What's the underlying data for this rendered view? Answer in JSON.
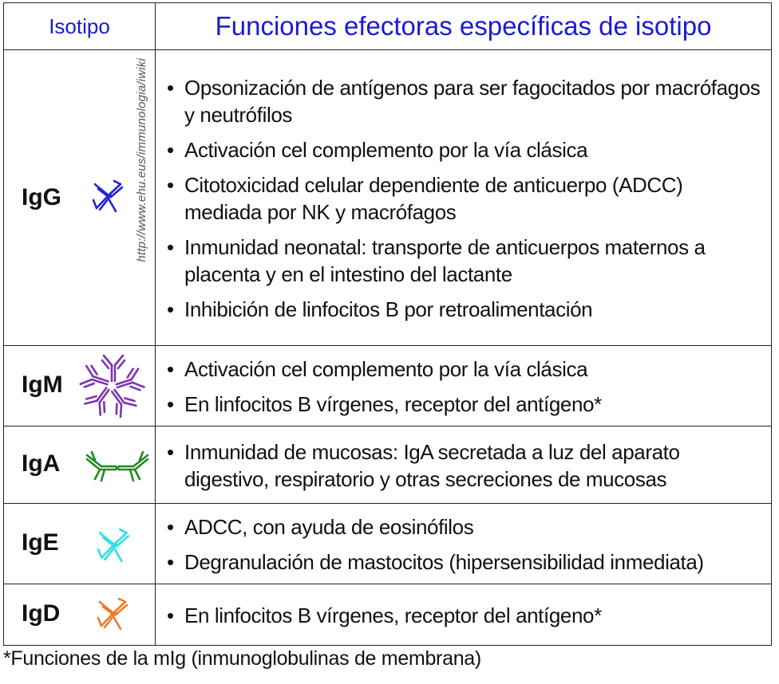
{
  "header": {
    "col1": "Isotipo",
    "col2": "Funciones efectoras específicas de isotipo"
  },
  "watermark": "http://www.ehu.eus/immunologia/iwiki",
  "rows": [
    {
      "isotype": "IgG",
      "icon": "antibody-monomer-icon",
      "color": "#2323d6",
      "functions": [
        "Opsonización de antígenos para ser fagocitados por macrófagos y neutrófilos",
        "Activación cel complemento por la vía clásica",
        "Citotoxicidad celular dependiente de anticuerpo (ADCC) mediada por NK y macrófagos",
        "Inmunidad neonatal: transporte de anticuerpos maternos a placenta y en el intestino  del lactante",
        "Inhibición de linfocitos B por retroalimentación"
      ]
    },
    {
      "isotype": "IgM",
      "icon": "antibody-pentamer-icon",
      "color": "#7b35b0",
      "functions": [
        "Activación cel complemento por la vía clásica",
        "En linfocitos B vírgenes, receptor del antígeno*"
      ]
    },
    {
      "isotype": "IgA",
      "icon": "antibody-dimer-icon",
      "color": "#1f8a1f",
      "functions": [
        "Inmunidad de mucosas: IgA secretada a luz del aparato digestivo, respiratorio y otras secreciones de mucosas"
      ]
    },
    {
      "isotype": "IgE",
      "icon": "antibody-monomer-icon",
      "color": "#33e0e8",
      "functions": [
        "ADCC, con ayuda de eosinófilos",
        "Degranulación de mastocitos (hipersensibilidad inmediata)"
      ]
    },
    {
      "isotype": "IgD",
      "icon": "antibody-monomer-icon",
      "color": "#f07a26",
      "functions": [
        "En linfocitos B vírgenes, receptor del antígeno*"
      ]
    }
  ],
  "footnote": "*Funciones de la mIg (inmunoglobulinas de membrana)"
}
